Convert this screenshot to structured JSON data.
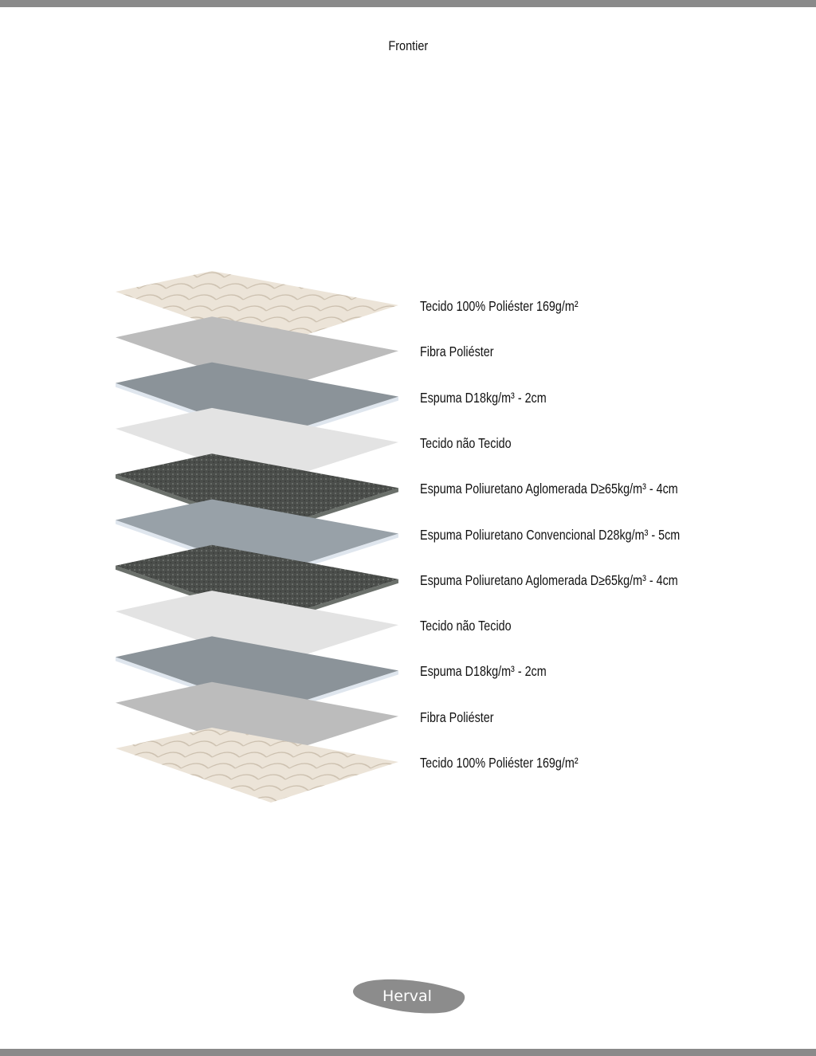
{
  "title": "Frontier",
  "layers": [
    {
      "label": "Tecido 100% Poliéster 169g/m²",
      "color": "#ece4d8",
      "kind": "quilted"
    },
    {
      "label": "Fibra Poliéster",
      "color": "#bcbcbc",
      "kind": "fiber"
    },
    {
      "label": "Espuma D18kg/m³ - 2cm",
      "color": "#8b9399",
      "kind": "foam"
    },
    {
      "label": "Tecido não Tecido",
      "color": "#e3e3e3",
      "kind": "nonwoven"
    },
    {
      "label": "Espuma Poliuretano Aglomerada D≥65kg/m³ - 4cm",
      "color": "#4b4e4b",
      "kind": "agglomerate"
    },
    {
      "label": "Espuma Poliuretano Convencional D28kg/m³ - 5cm",
      "color": "#98a1a8",
      "kind": "foam"
    },
    {
      "label": "Espuma Poliuretano Aglomerada D≥65kg/m³ - 4cm",
      "color": "#4b4e4b",
      "kind": "agglomerate"
    },
    {
      "label": "Tecido não Tecido",
      "color": "#e3e3e3",
      "kind": "nonwoven"
    },
    {
      "label": "Espuma D18kg/m³ - 2cm",
      "color": "#8b9399",
      "kind": "foam"
    },
    {
      "label": "Fibra Poliéster",
      "color": "#bcbcbc",
      "kind": "fiber"
    },
    {
      "label": "Tecido 100% Poliéster 169g/m²",
      "color": "#ece4d8",
      "kind": "quilted"
    }
  ],
  "logo": {
    "text": "Herval",
    "color": "#8c8c8c"
  }
}
